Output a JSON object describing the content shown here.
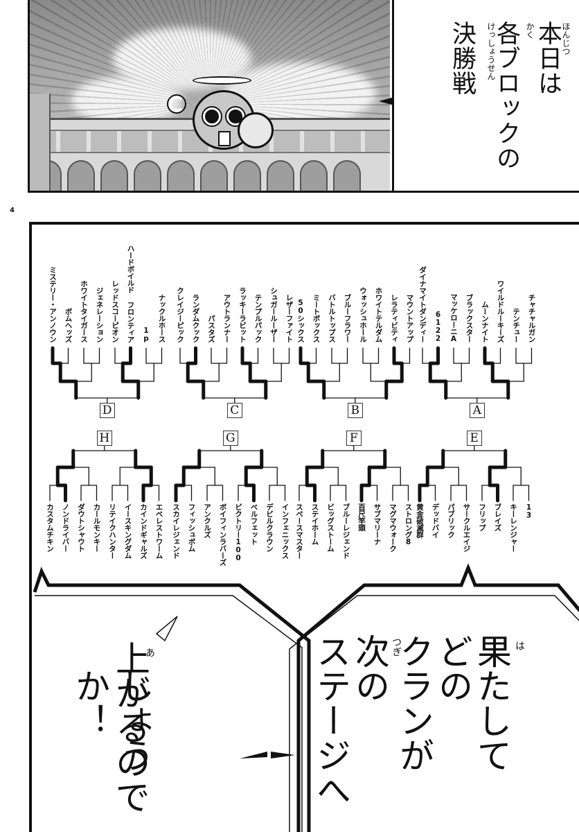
{
  "page": {
    "number": "4"
  },
  "top_panel": {
    "caption": {
      "lines": [
        "本日は",
        "各ブロックの",
        "決勝戦"
      ],
      "ruby": [
        "ほんじつ",
        "かく",
        "けっしょうせん"
      ]
    },
    "scene": {
      "character": "helicopter-mascot-with-megaphone",
      "background": "stadium-arena-with-clouds"
    }
  },
  "bracket": {
    "top_blocks": [
      {
        "label": "A",
        "teams": [
          "ダイナマイトダンディー",
          "6122",
          "マッケローニA",
          "ブラックスター",
          "ムーンナイト",
          "ワイルドルーキーズ",
          "テンチュー",
          "チャチャルガン"
        ],
        "finalists": [
          "6122",
          "ムーンナイト"
        ]
      },
      {
        "label": "B",
        "teams": [
          "50シックス",
          "ミートボックス",
          "バトルトップス",
          "ブルーフラワー",
          "ウォッシュホール",
          "ホワイトテルダム",
          "レラティビティ",
          "マウントアップ"
        ],
        "finalists": [
          "50シックス",
          "レラティビティ"
        ]
      },
      {
        "label": "C",
        "teams": [
          "クレイジーピック",
          "ランダムクック",
          "パスタズ",
          "アウトランナー",
          "ラッキーラビット",
          "テンプルパック",
          "シュガールーザー",
          "レザーファイト"
        ],
        "finalists": [
          "ランダムクック",
          "ラッキーラビット"
        ]
      },
      {
        "label": "D",
        "teams": [
          "ミステリー・アンノウン",
          "ボムヘッズ",
          "ホワイトタイガース",
          "ジェネレーション",
          "レッドスコーピオン",
          "ハードボイルド フロンティア",
          "1p",
          "ナックルホース"
        ],
        "finalists": [
          "ミステリー・アンノウン",
          "ハードボイルド フロンティア"
        ]
      }
    ],
    "bottom_blocks": [
      {
        "label": "E",
        "teams": [
          "黄金破滅群",
          "デッドバイ",
          "パブリック",
          "サークルエイジ",
          "フリップ",
          "ブレイズ",
          "キーレンジャー",
          "13"
        ],
        "finalists": [
          "黄金破滅群",
          "ブレイズ"
        ]
      },
      {
        "label": "F",
        "teams": [
          "スペースマスター",
          "ステイホーム",
          "ビッグストーム",
          "ブルーレジェンド",
          "百尺竿頭",
          "サブマリーナ",
          "マグマウォーク",
          "ストロング8"
        ],
        "finalists": [
          "ステイホーム",
          "百尺竿頭"
        ]
      },
      {
        "label": "G",
        "teams": [
          "スカイレジェンド",
          "フィッシュボム",
          "アンクルズ",
          "ボイフィンラバーズ",
          "ビクトリー100",
          "ベルフェット",
          "デビルクラウン",
          "インフェニックス"
        ],
        "finalists": [
          "スカイレジェンド",
          "ベルフェット"
        ]
      },
      {
        "label": "H",
        "teams": [
          "カスタムチキン",
          "ノンドライバー",
          "ダウトシャウト",
          "カールモンキー",
          "リテイクハンター",
          "イースキングダム",
          "カインドギャルズ",
          "エベレストワーム"
        ],
        "finalists": [
          "ノンドライバー",
          "カインドギャルズ"
        ]
      }
    ]
  },
  "bubbles": {
    "right": {
      "lines": [
        "果たして",
        "どの",
        "クランが",
        "次の",
        "ステージへ"
      ],
      "ruby": [
        "は",
        "つぎ"
      ]
    },
    "left": {
      "lines": [
        "上がるので",
        "しょうか！"
      ],
      "ruby": [
        "あ"
      ]
    }
  },
  "colors": {
    "ink": "#111111",
    "paper": "#ffffff",
    "sky": "#9a9a9a"
  }
}
